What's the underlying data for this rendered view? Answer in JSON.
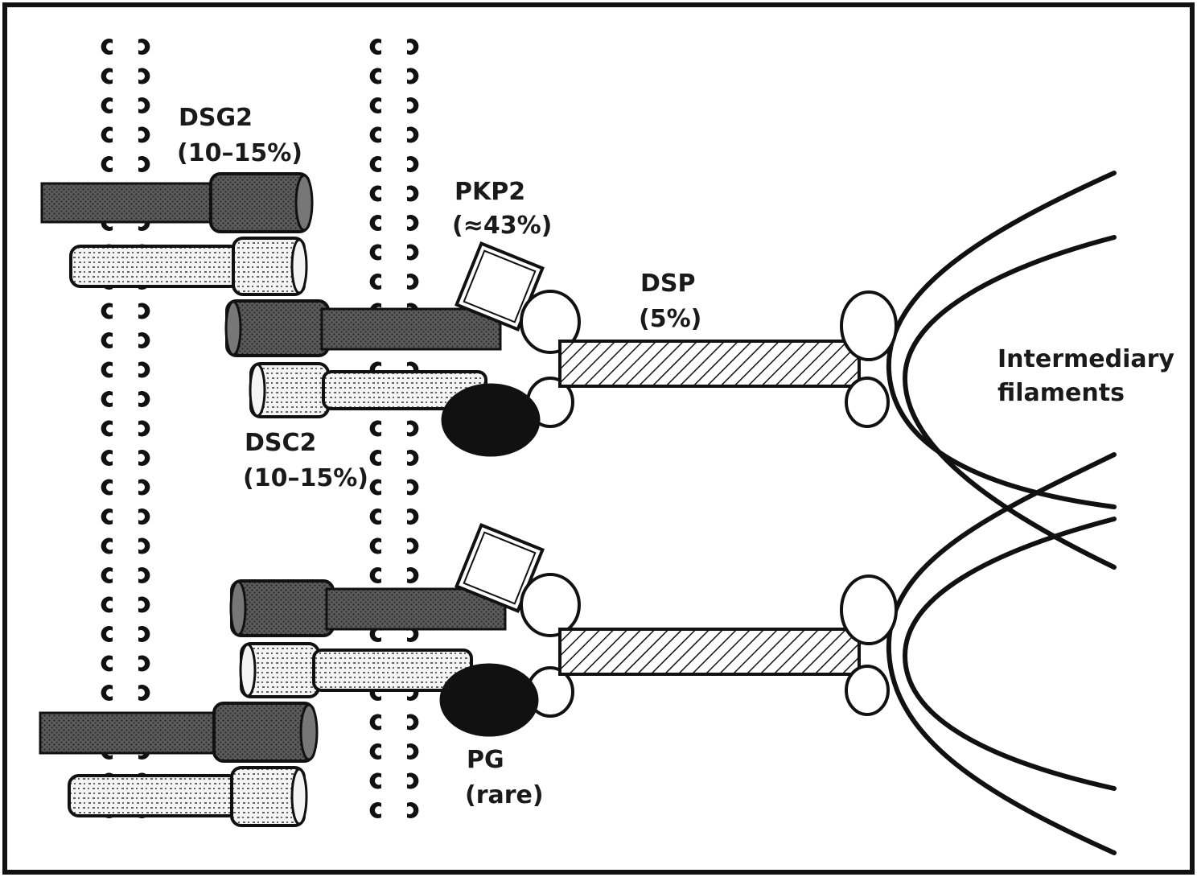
{
  "labels": {
    "dsg2": {
      "name": "DSG2",
      "freq": "(10–15%)"
    },
    "pkp2": {
      "name": "PKP2",
      "freq": "(≈43%)"
    },
    "dsp": {
      "name": "DSP",
      "freq": "(5%)"
    },
    "dsc2": {
      "name": "DSC2",
      "freq": "(10–15%)"
    },
    "pg": {
      "name": "PG",
      "freq": "(rare)"
    },
    "intermediary": {
      "line1": "Intermediary",
      "line2": "filaments"
    }
  }
}
